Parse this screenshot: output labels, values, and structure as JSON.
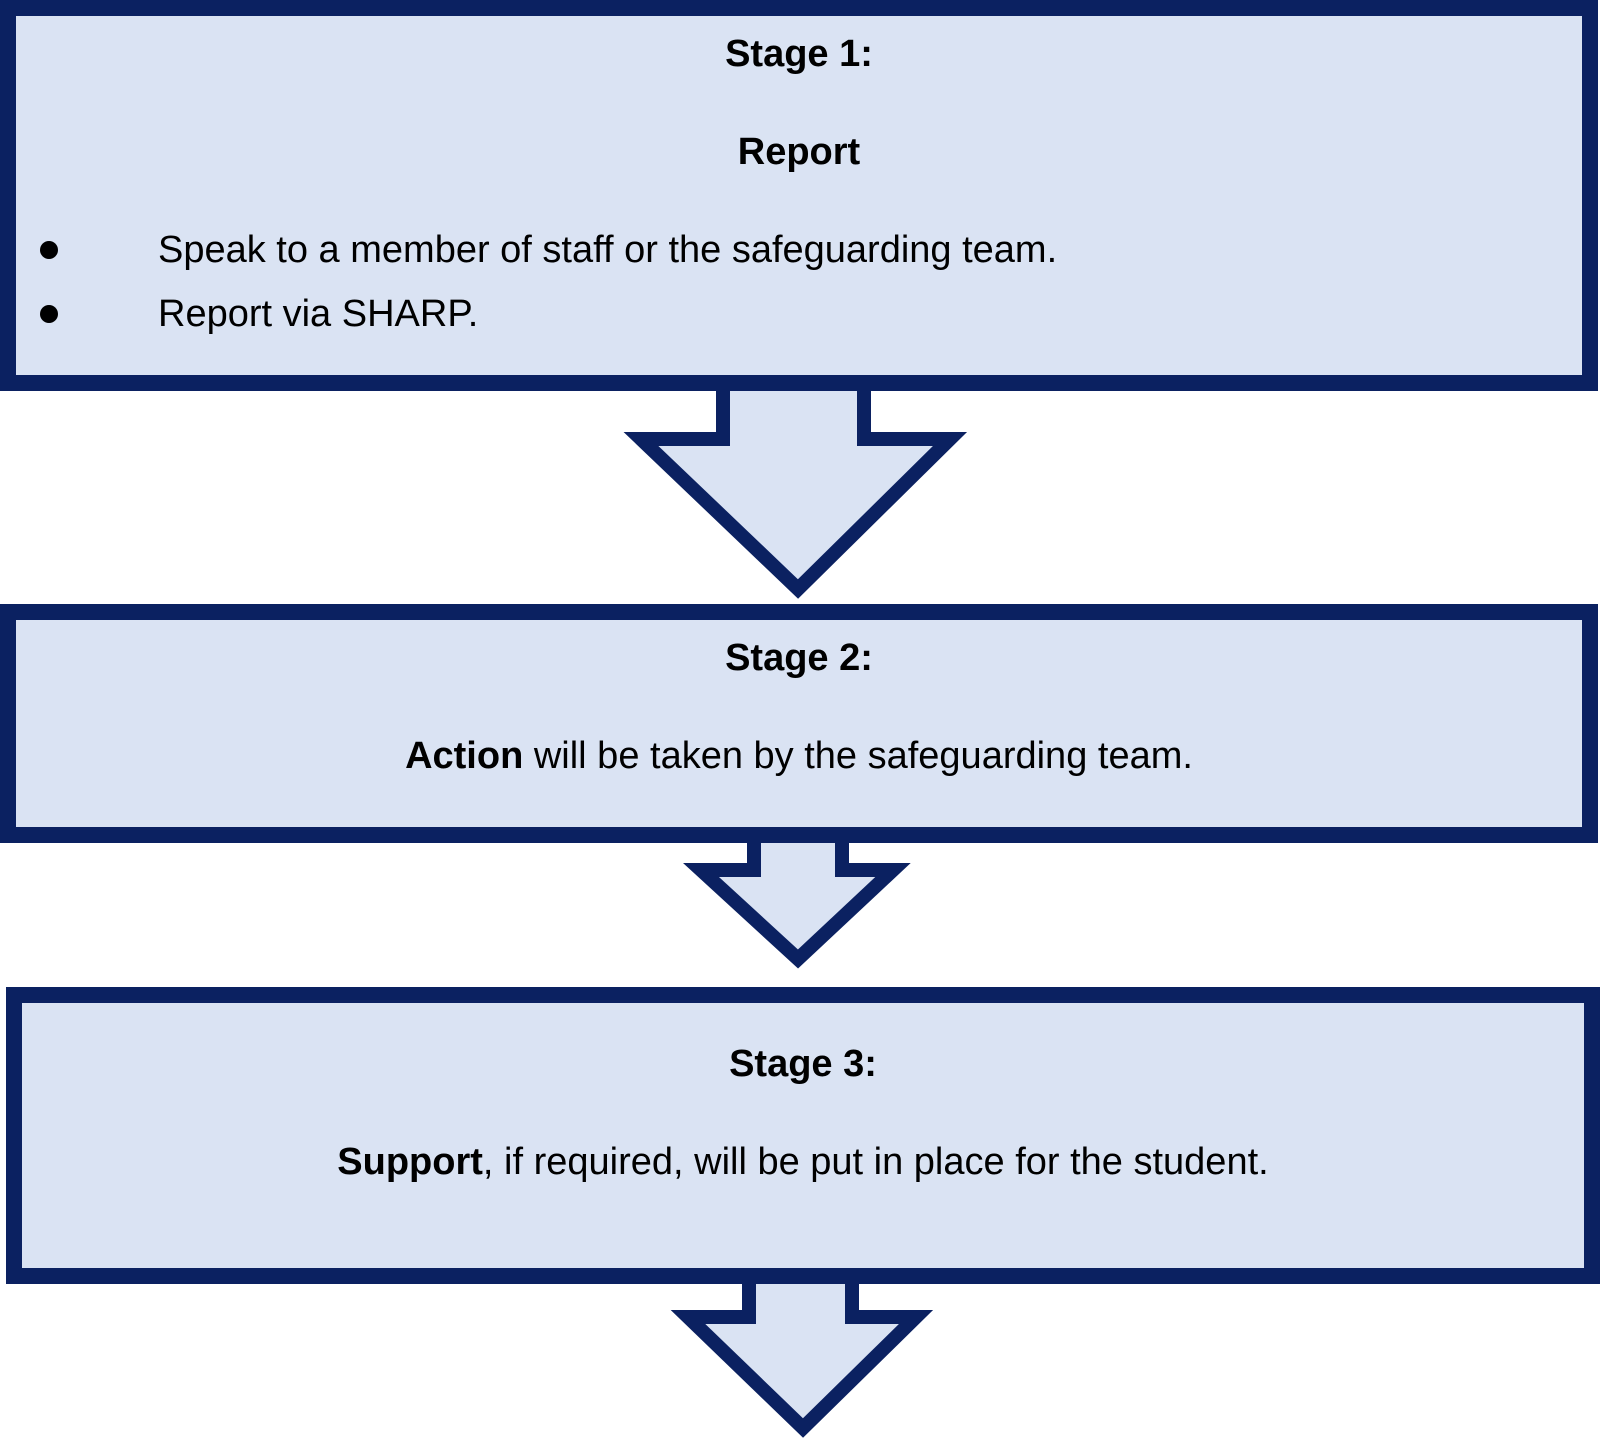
{
  "stages": [
    {
      "title": "Stage 1:",
      "subtitle": "Report",
      "bullets": [
        "Speak to a member of staff or the safeguarding team.",
        "Report via SHARP."
      ]
    },
    {
      "title": "Stage 2:",
      "emphasis": "Action",
      "text": " will be taken by the safeguarding team."
    },
    {
      "title": "Stage 3:",
      "emphasis": "Support",
      "text": ", if required, will be put in place for the student."
    }
  ],
  "colors": {
    "border": "#0b2161",
    "fill": "#dae3f3",
    "text": "#000000"
  }
}
